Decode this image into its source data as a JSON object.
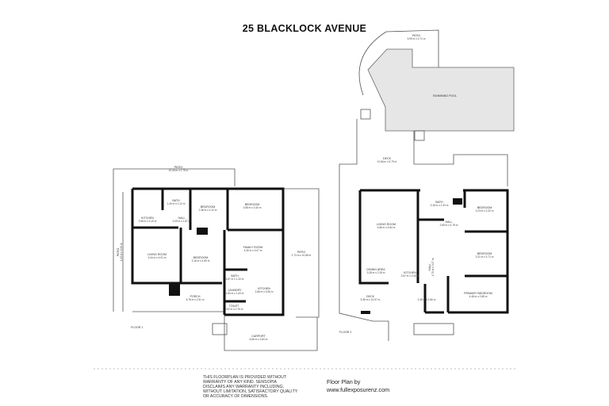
{
  "title": "25 BLACKLOCK AVENUE",
  "floor1": {
    "label": "FLOOR 1",
    "rooms": [
      {
        "name": "PATIO",
        "dim": "10.44 m x 2.75 m"
      },
      {
        "name": "BATH",
        "dim": "1.40 m x 2.12 m"
      },
      {
        "name": "BEDROOM",
        "dim": "2.38 m x 3.12 m"
      },
      {
        "name": "BEDROOM",
        "dim": "3.58 m x 3.40 m"
      },
      {
        "name": "KITCHEN",
        "dim": "2.58 m x 3.19 m"
      },
      {
        "name": "HALL",
        "dim": "2.09 m x 1.87 m"
      },
      {
        "name": "LIVING ROOM",
        "dim": "3.44 m x 4.91 m"
      },
      {
        "name": "BEDROOM",
        "dim": "3.16 m x 4.69 m"
      },
      {
        "name": "FAMILY ROOM",
        "dim": "4.30 m x 3.07 m"
      },
      {
        "name": "PATIO",
        "dim": "2.73 m x 10.68 m"
      },
      {
        "name": "PATIO",
        "dim": "1.43 m x 5.90 m"
      },
      {
        "name": "BATH",
        "dim": "1.67 m x 1.34 m"
      },
      {
        "name": "LAUNDRY",
        "dim": "1.60 m x 1.63 m"
      },
      {
        "name": "KITCHEN",
        "dim": "2.86 m x 3.56 m"
      },
      {
        "name": "PORCH",
        "dim": "6.76 m x 2.51 m"
      },
      {
        "name": "TOILET",
        "dim": "0.92 m x 0.76 m"
      },
      {
        "name": "CARPORT",
        "dim": "6.66 m x 3.84 m"
      }
    ]
  },
  "floor2": {
    "label": "FLOOR 2",
    "rooms": [
      {
        "name": "PATIO",
        "dim": "5.99 m x 3.71 m"
      },
      {
        "name": "SWIMMING POOL",
        "dim": ""
      },
      {
        "name": "DECK",
        "dim": "12.66 m x 5.79 m"
      },
      {
        "name": "BATH",
        "dim": "3.16 m x 2.43 m"
      },
      {
        "name": "BEDROOM",
        "dim": "3.23 m x 3.32 m"
      },
      {
        "name": "LIVING ROOM",
        "dim": "4.86 m x 5.54 m"
      },
      {
        "name": "HALL",
        "dim": "2.65 m x 4.78 m"
      },
      {
        "name": "BEDROOM",
        "dim": "3.21 m x 3.71 m"
      },
      {
        "name": "DINING AREA",
        "dim": "3.28 m x 2.28 m"
      },
      {
        "name": "KITCHEN",
        "dim": "2.67 m x 3.26 m"
      },
      {
        "name": "HALL",
        "dim": "1.75 m x 3.27 m"
      },
      {
        "name": "DECK",
        "dim": "5.38 m x 10.57 m"
      },
      {
        "name": "",
        "dim": "2.45 m x 2.66 m"
      },
      {
        "name": "PRIMARY BEDROOM",
        "dim": "4.48 m x 2.88 m"
      }
    ]
  },
  "disclaimer": [
    "THIS FLOORPLAN IS PROVIDED WITHOUT",
    "WARRANTY OF ANY KIND. SENSOPIA",
    "DISCLAIMS ANY WARRANTY INCLUDING,",
    "WITHOUT LIMITATION, SATISFACTORY QUALITY",
    "OR ACCURACY OF DIMENSIONS."
  ],
  "credit": [
    "Floor Plan by",
    "www.fullexposurenz.com"
  ],
  "colors": {
    "wall": "#111111",
    "pool": "#e6e6e6",
    "text": "#333333"
  }
}
